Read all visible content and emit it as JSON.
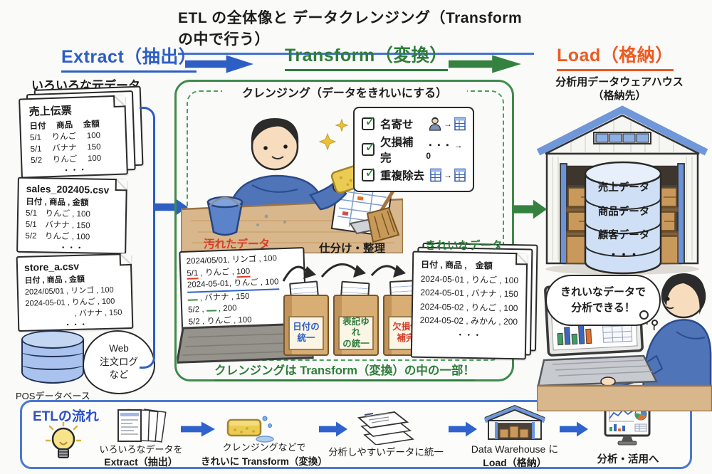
{
  "title": "ETL の全体像と データクレンジング（Transform の中で行う）",
  "stages": {
    "extract": "Extract（抽出）",
    "transform": "Transform（変換）",
    "load": "Load（格納）"
  },
  "sources": {
    "heading": "いろいろな元データ",
    "doc1": {
      "title": "売上伝票",
      "header": "日付　 商品　 金額",
      "rows": [
        "5/1　 りんご　 100",
        "5/1　 バナナ　 150",
        "5/2　 りんご　 100",
        "・・・"
      ]
    },
    "doc2": {
      "title": "sales_202405.csv",
      "header": "日付 , 商品 , 金額",
      "rows": [
        "5/1　りんご , 100",
        "5/1　バナナ , 150",
        "5/2　りんご , 100",
        "・・・"
      ]
    },
    "doc3": {
      "title": "store_a.csv",
      "header": "日付 , 商品 , 金額",
      "rows": [
        "2024/05/01 , リンゴ , 100",
        "2024-05-01 , りんご , 100",
        "　　　　　　 , バナナ , 150",
        "・・・"
      ]
    },
    "pos_label": "POSデータベース",
    "cloud_line1": "Web",
    "cloud_line2": "注文ログ",
    "cloud_line3": "など"
  },
  "cleansing": {
    "heading": "クレンジング（データをきれいにする）",
    "checklist": {
      "item1": "名寄せ",
      "item2": "欠損補完",
      "item2_note": "・・・ → 0",
      "item3": "重複除去"
    },
    "dirty": {
      "label": "汚れたデータ",
      "row1": "2024/05/01, リンゴ , 100",
      "row2_a": "5/1",
      "row2_b": " , りんご , ",
      "row2_c": "100",
      "row3": "2024-05-01, りんご , 100",
      "row4_b": " , バナナ , 150",
      "row5_a": "5/2 , ",
      "row5_c": " , 200",
      "row6": "5/2 , りんご , 100",
      "row7": "・・・"
    },
    "sorting": {
      "label": "仕分け・整理",
      "box1_line1": "日付の",
      "box1_line2": "統一",
      "box2_line1": "表記ゆれ",
      "box2_line2": "の統一",
      "box3_line1": "欠損値",
      "box3_line2": "補完"
    },
    "clean": {
      "label": "きれいなデータ",
      "header": "日付 , 商品 ,　金額",
      "rows": [
        "2024-05-01 , りんご , 100",
        "2024-05-01 , バナナ , 150",
        "2024-05-02 , りんご , 100",
        "2024-05-02 , みかん , 200",
        "・・・"
      ]
    },
    "footer": "クレンジングは Transform（変換）の中の一部！"
  },
  "warehouse": {
    "heading_line1": "分析用データウェアハウス",
    "heading_line2": "（格納先）",
    "db_layers": [
      "売上データ",
      "商品データ",
      "顧客データ",
      "・・・"
    ]
  },
  "analysis": {
    "bubble_line1": "きれいなデータで",
    "bubble_line2": "分析できる！"
  },
  "flow": {
    "title": "ETLの流れ",
    "steps": [
      {
        "icon": "documents-icon",
        "line1": "いろいろなデータを",
        "line2": "Extract（抽出）"
      },
      {
        "icon": "sponge-icon",
        "line1": "クレンジングなどで",
        "line2": "きれいに Transform（変換）"
      },
      {
        "icon": "unified-data-icon",
        "line1": "分析しやすいデータに統一",
        "line2": ""
      },
      {
        "icon": "warehouse-icon",
        "line1": "Data Warehouse に",
        "line2": "Load（格納）"
      },
      {
        "icon": "monitor-icon",
        "line1": "分析・活用へ",
        "line2": ""
      }
    ]
  },
  "icons": {
    "check": "✓",
    "arrow_right": "→"
  },
  "colors": {
    "blue": "#2d5ec5",
    "green": "#2e7d3c",
    "orange": "#ee5a22",
    "red": "#d63c2a",
    "db_blue": "#cfe0f6"
  }
}
